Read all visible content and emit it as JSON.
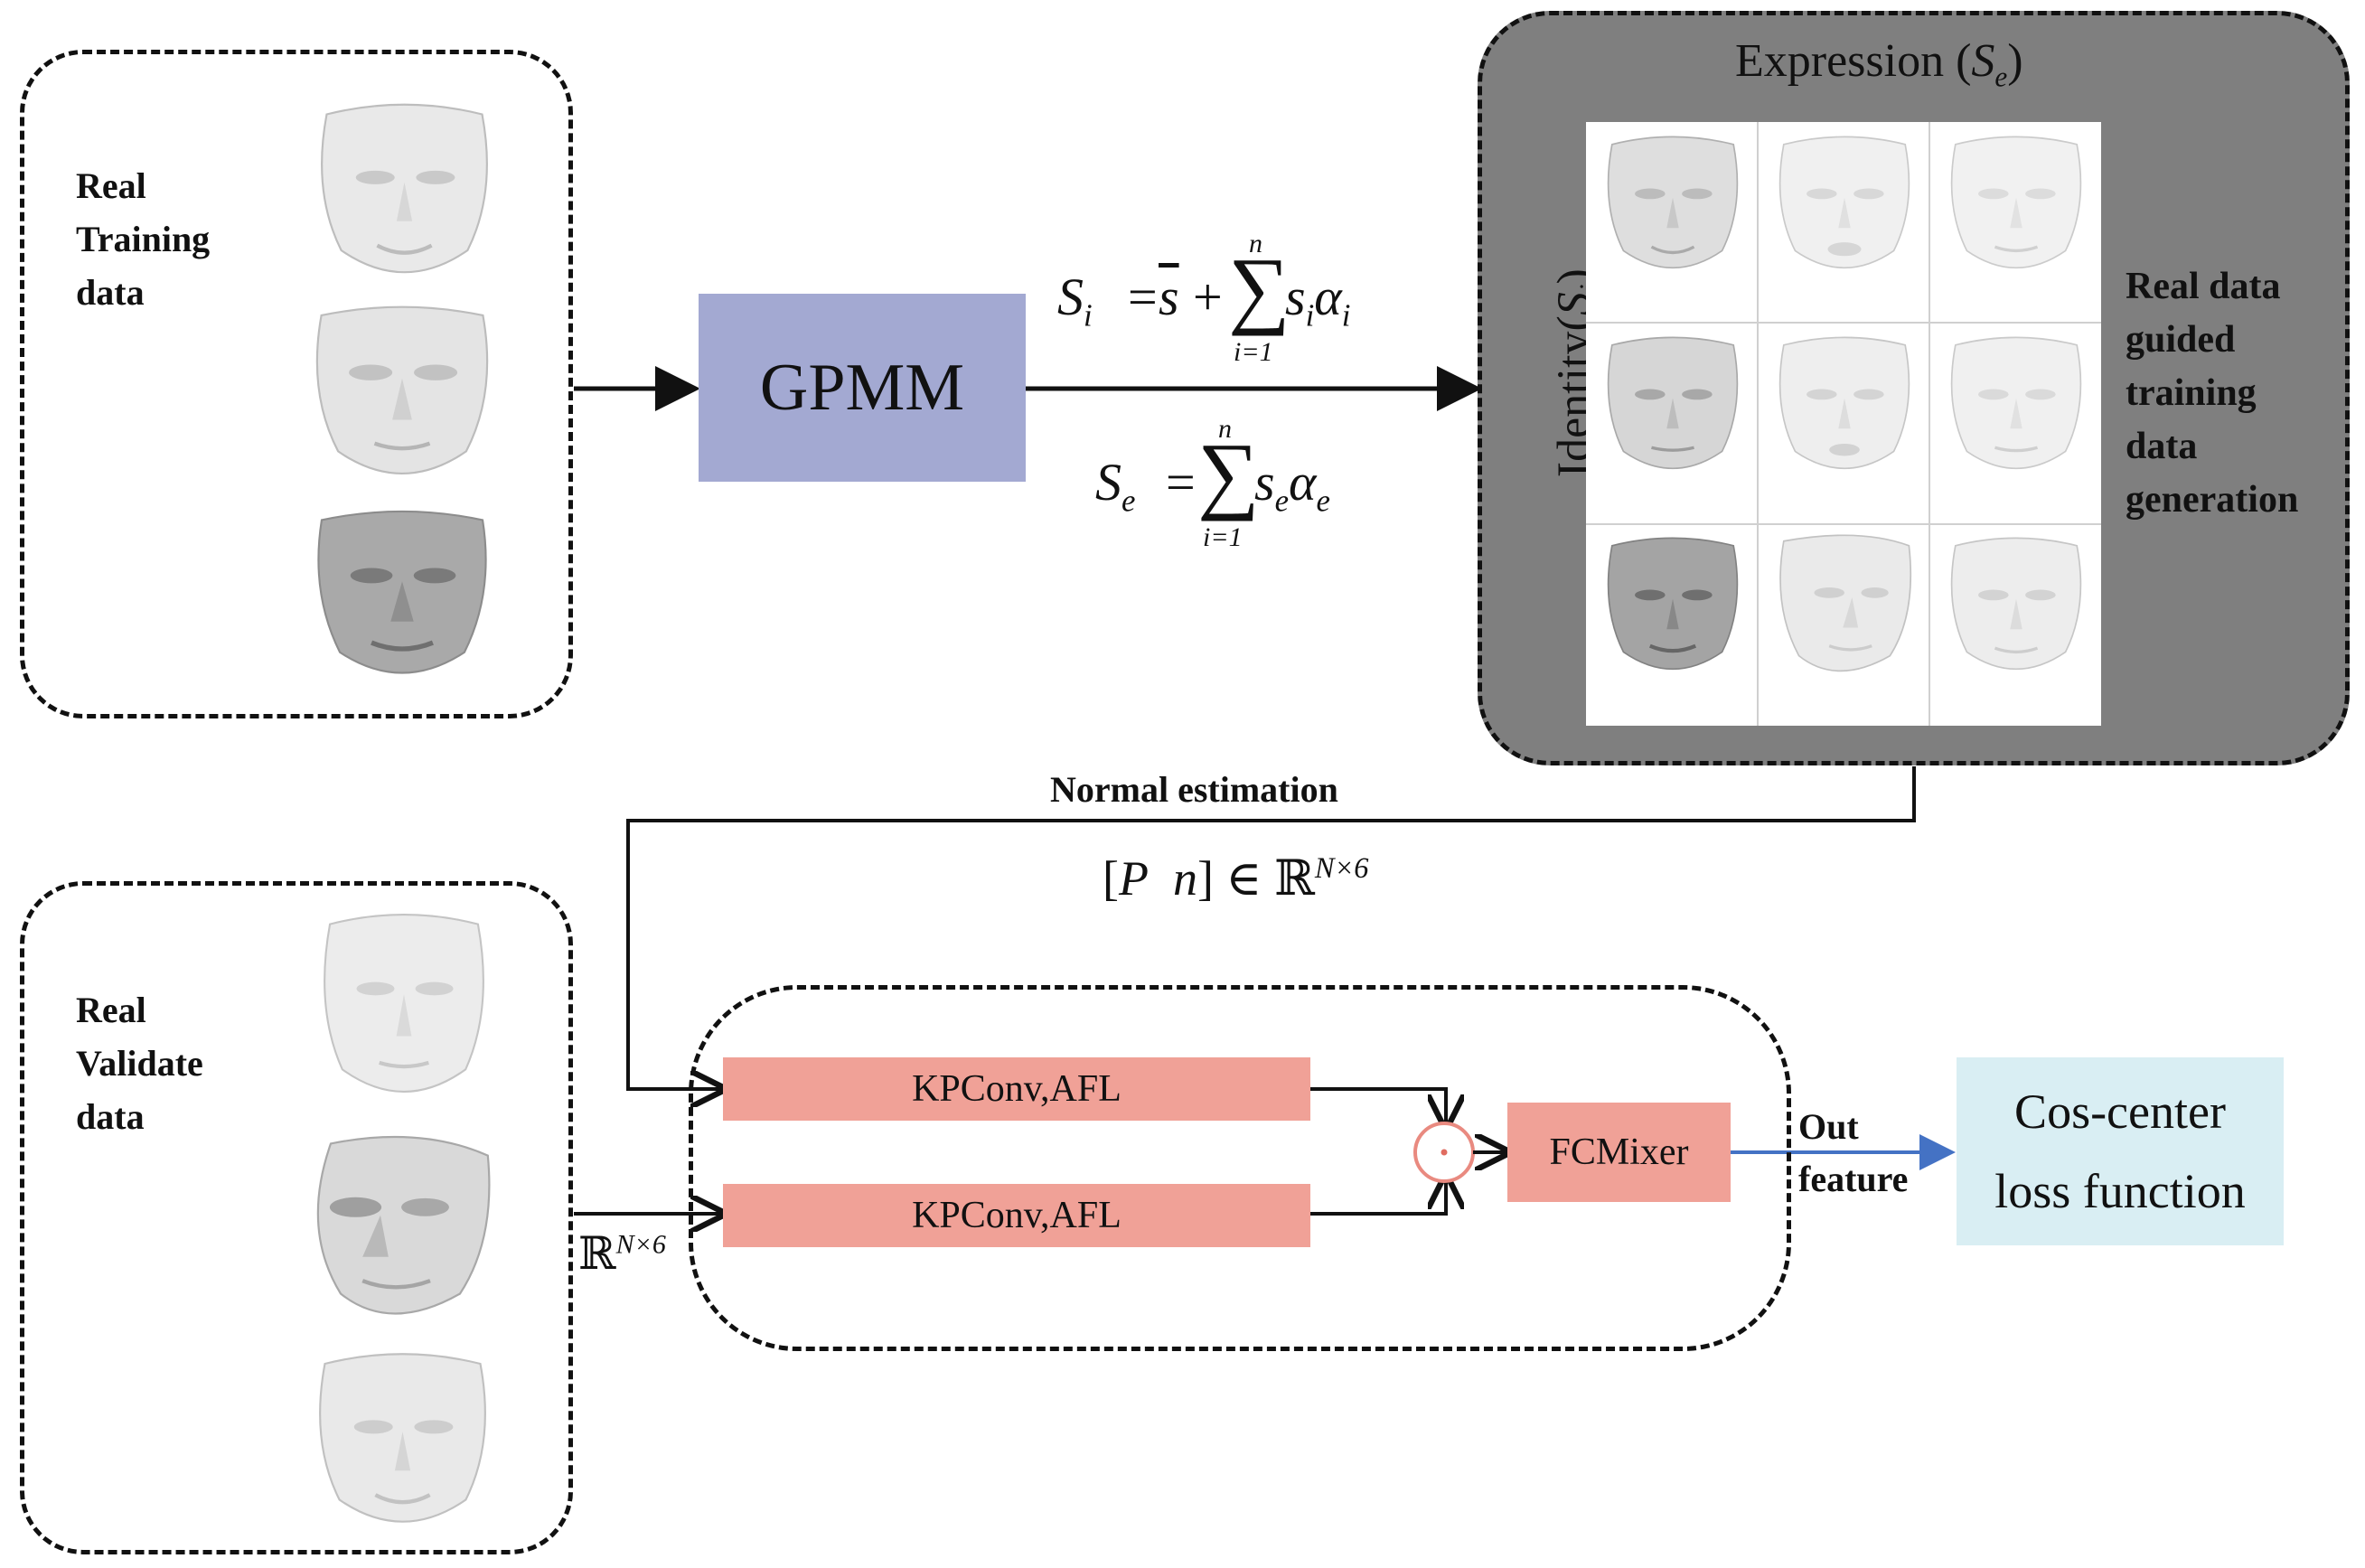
{
  "training": {
    "label_lines": [
      "Real",
      "Training",
      "data"
    ]
  },
  "validate": {
    "label_lines": [
      "Real",
      "Validate",
      "data"
    ],
    "input_space": "ℝ",
    "input_dims": "N×6"
  },
  "gpmm": {
    "label": "GPMM",
    "color": "#a3a9d2"
  },
  "formulas": {
    "identity": {
      "lhs": "S",
      "lhs_sub": "i",
      "mean": "s",
      "sum_top": "n",
      "sum_bottom": "i=1",
      "term": "s",
      "term_sub": "i",
      "coef": "α",
      "coef_sub": "i"
    },
    "expression": {
      "lhs": "S",
      "lhs_sub": "e",
      "sum_top": "n",
      "sum_bottom": "i=1",
      "term": "s",
      "term_sub": "e",
      "coef": "α",
      "coef_sub": "e"
    }
  },
  "generation_panel": {
    "title_prefix": "Expression (",
    "title_var": "S",
    "title_sub": "e",
    "title_suffix": ")",
    "side_prefix": "Identity(",
    "side_var": "S",
    "side_sub": "i",
    "side_suffix": ")",
    "caption_lines": [
      "Real data",
      "guided",
      "training",
      "data",
      "generation"
    ],
    "color": "#7f7f7f"
  },
  "normal_estimation": {
    "label": "Normal estimation",
    "formula_left": "[",
    "formula_p": "P",
    "formula_n": "n",
    "formula_right": "]",
    "formula_in": "∈",
    "formula_space": "ℝ",
    "formula_dims": "N×6"
  },
  "network": {
    "block_top": "KPConv,AFL",
    "block_bottom": "KPConv,AFL",
    "mixer": "FCMixer",
    "block_color": "#f0a197",
    "output_lines": [
      "Out",
      "feature"
    ]
  },
  "loss": {
    "lines": [
      "Cos-center",
      "loss function"
    ],
    "color": "#d9eef3"
  }
}
